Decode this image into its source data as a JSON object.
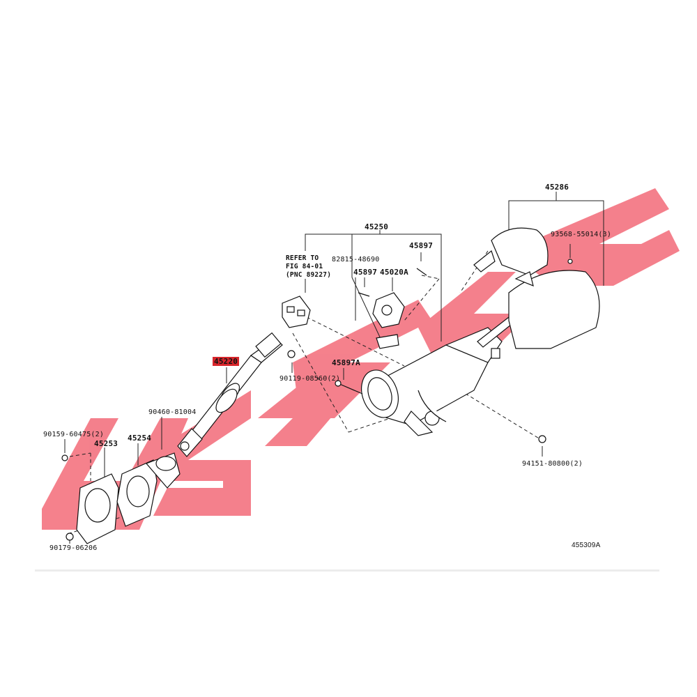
{
  "diagram": {
    "figure_code": "455309A",
    "highlighted_part": "45220",
    "labels": {
      "p45286": "45286",
      "p93568": "93568-55014(3)",
      "p45250": "45250",
      "refer": "REFER TO\nFIG 84-01\n(PNC 89227)",
      "p82815": "82815-48690",
      "p45897_top": "45897",
      "p45897_mid": "45897",
      "p45020A": "45020A",
      "p45220": "45220",
      "p45897A": "45897A",
      "p90119": "90119-08560(2)",
      "p90460": "90460-81004",
      "p90159": "90159-60475(2)",
      "p45253": "45253",
      "p45254": "45254",
      "p94151": "94151-80800(2)",
      "p90179": "90179-06206",
      "fig": "455309A"
    }
  },
  "watermark": {
    "color": "#f05a6a",
    "shape": "stylized brand lettering"
  }
}
